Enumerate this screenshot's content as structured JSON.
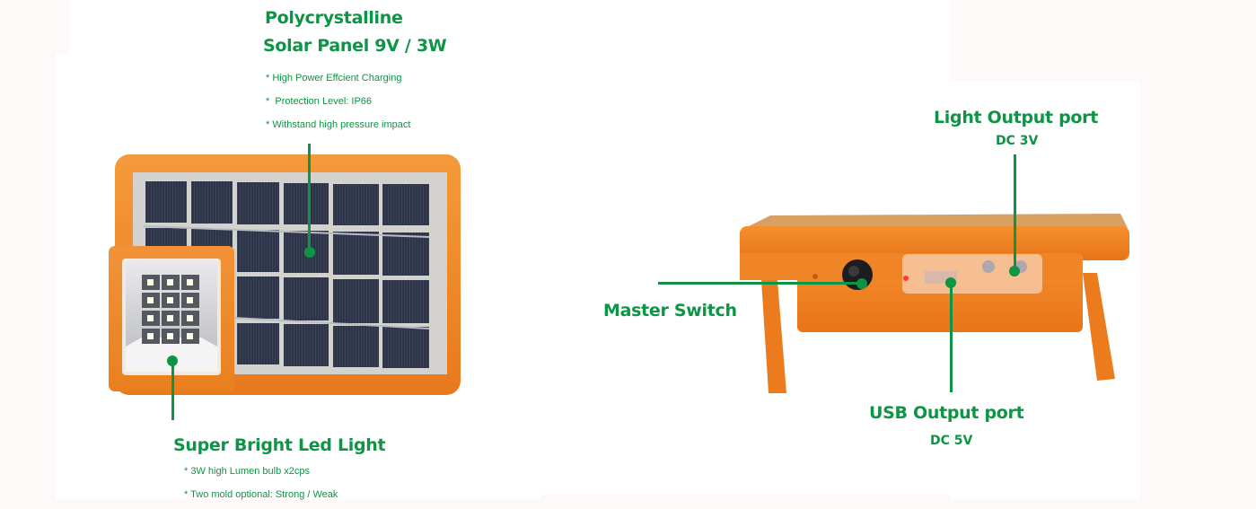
{
  "colors": {
    "label_green": "#0d9444",
    "device_orange": "#f07d1a",
    "background": "#fdf9f9",
    "panel": "#ffffff"
  },
  "left_product": {
    "solar_panel": {
      "title_line1": "Polycrystalline",
      "title_line2": "Solar Panel 9V / 3W",
      "bullets": [
        "* High Power Effcient Charging",
        "*  Protection Level: IP66",
        "* Withstand high pressure impact"
      ]
    },
    "led_light": {
      "title": "Super Bright Led Light",
      "bullets": [
        "* 3W high Lumen bulb x2cps",
        "* Two mold optional: Strong / Weak"
      ]
    }
  },
  "right_product": {
    "light_output": {
      "title": "Light Output port",
      "spec": "DC 3V"
    },
    "master_switch": {
      "title": "Master Switch"
    },
    "usb_output": {
      "title": "USB Output port",
      "spec": "DC 5V"
    }
  }
}
